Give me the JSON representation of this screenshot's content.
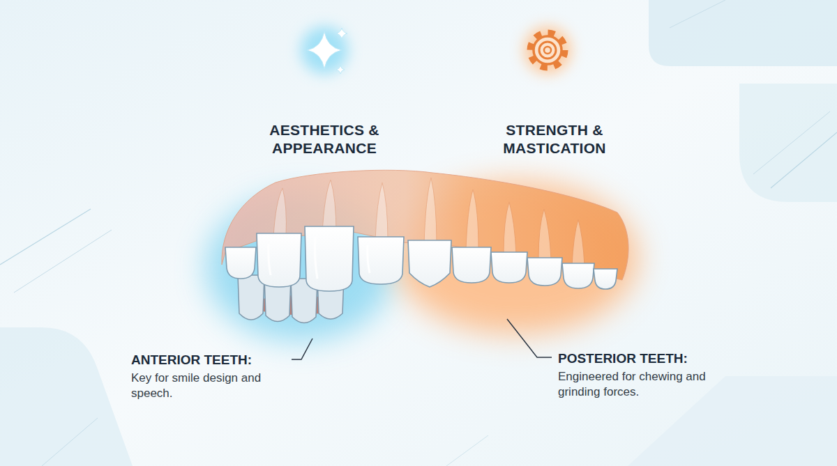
{
  "diagram": {
    "labels": [
      "AESTHETICS & APPEARANCE",
      "STRENGTH & MASTICATION",
      "ANTERIOR TEETH:",
      "Key for smile design and speech.",
      "POSTERIOR TEETH:",
      "Engineered for chewing and grinding forces."
    ]
  }
}
